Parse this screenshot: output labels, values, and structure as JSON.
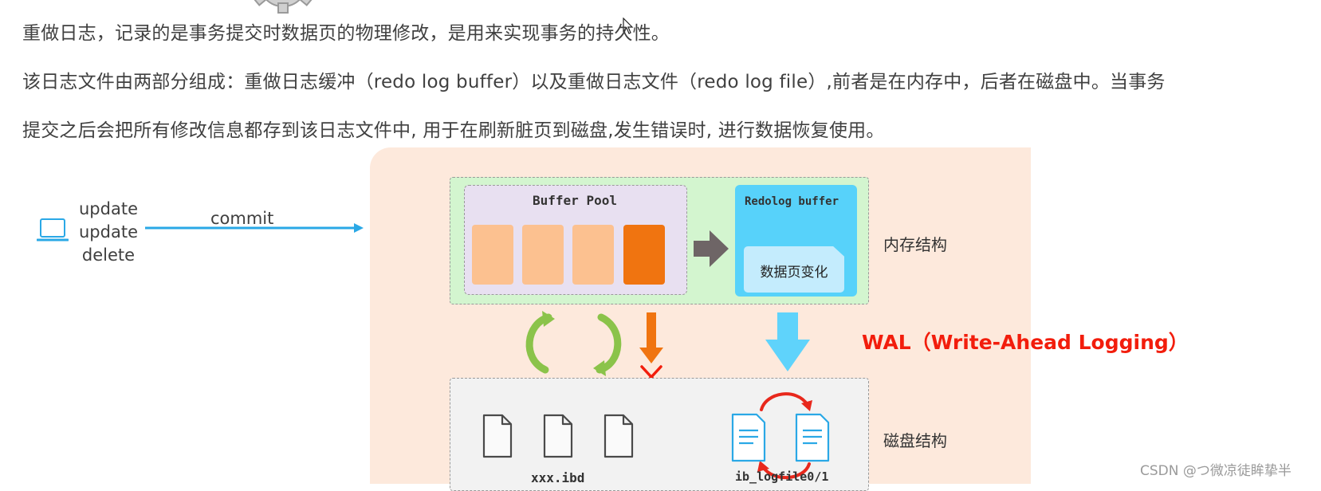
{
  "text": {
    "line1": "重做日志，记录的是事务提交时数据页的物理修改，是用来实现事务的持久性。",
    "line2": "该日志文件由两部分组成：重做日志缓冲（redo log buffer）以及重做日志文件（redo log file）,前者是在内存中，后者在磁盘中。当事务",
    "line3": "提交之后会把所有修改信息都存到该日志文件中, 用于在刷新脏页到磁盘,发生错误时, 进行数据恢复使用。"
  },
  "client": {
    "ops": [
      "update",
      "update",
      "delete"
    ],
    "commit_label": "commit"
  },
  "memory": {
    "label": "内存结构",
    "buffer_pool_title": "Buffer Pool",
    "redolog_buffer_title": "Redolog buffer",
    "change_label": "数据页变化"
  },
  "wal_label": "WAL（Write-Ahead Logging）",
  "disk": {
    "label": "磁盘结构",
    "ibd_label": "xxx.ibd",
    "logfile_label": "ib_logfile0/1"
  },
  "watermark": "CSDN @つ微凉徒眸挚半",
  "colors": {
    "panel": "#fde9dc",
    "memory_box": "#d3f5cf",
    "buffer_pool": "#e8e0f1",
    "clean_page": "#fcc190",
    "dirty_page": "#f07410",
    "redo_buffer": "#57d2fa",
    "wal_text": "#f21d0c",
    "sync_arrows": "#8bc34a",
    "commit_arrow": "#2aa8e6"
  },
  "icons": [
    "gear-icon",
    "cursor-icon",
    "laptop-icon",
    "file-icon",
    "document-icon",
    "refresh-arrows-icon",
    "x-mark-icon",
    "down-arrow-icon",
    "right-arrow-icon"
  ]
}
